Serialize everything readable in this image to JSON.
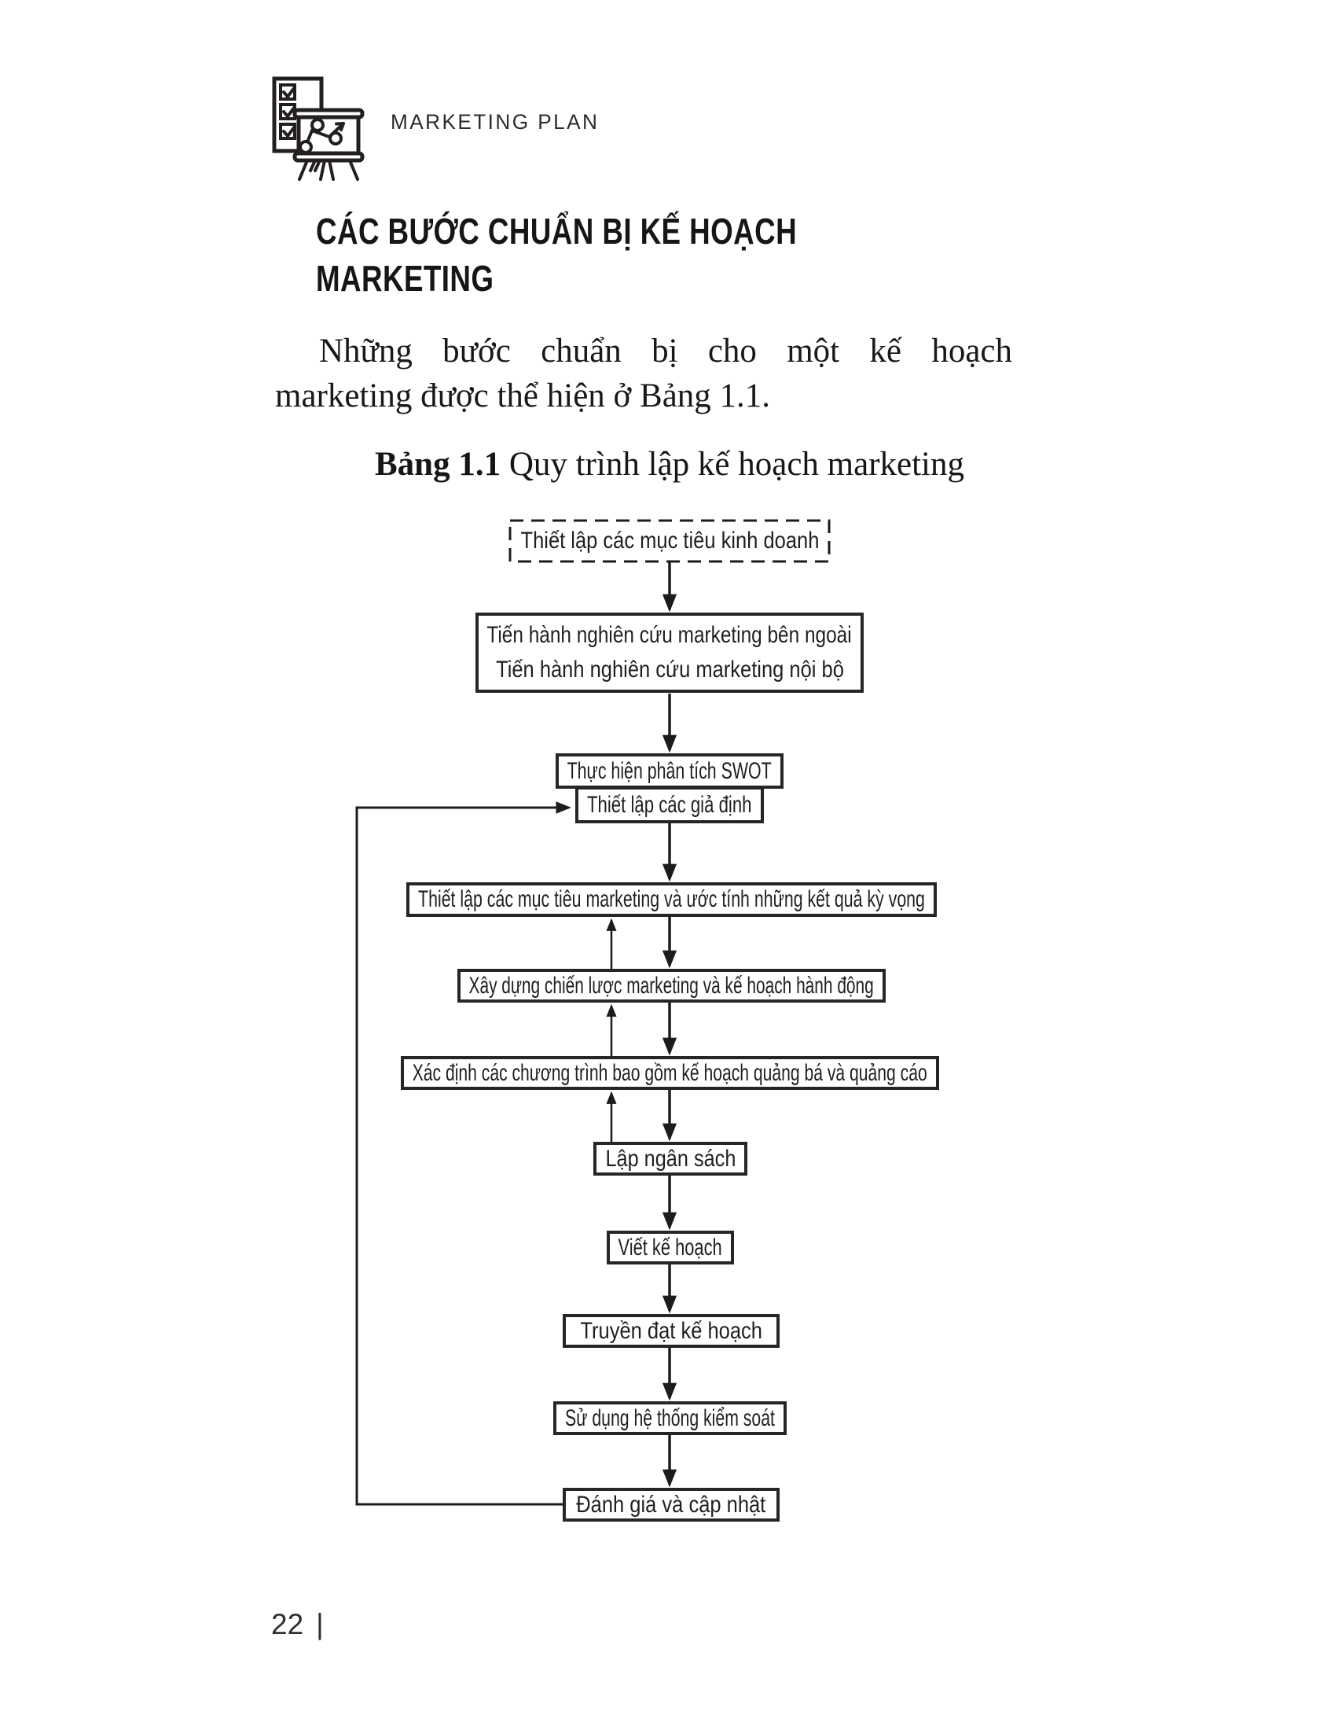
{
  "header": {
    "brand": "MARKETING PLAN"
  },
  "title": {
    "lines": [
      "CÁC BƯỚC CHUẨN BỊ KẾ HOẠCH",
      "MARKETING"
    ]
  },
  "intro": {
    "text": "Những bước chuẩn bị cho một kế hoạch marketing được thể hiện ở Bảng 1.1.",
    "lines": [
      "Những bước chuẩn bị cho một kế hoạch",
      "marketing được thể hiện ở Bảng 1.1."
    ]
  },
  "caption": {
    "label": "Bảng 1.1",
    "text": " Quy trình lập kế hoạch marketing"
  },
  "flowchart": {
    "nodes": [
      {
        "style": "dashed",
        "lines": [
          "Thiết lập các mục tiêu kinh doanh"
        ]
      },
      {
        "style": "solid",
        "lines": [
          "Tiến hành nghiên cứu marketing bên ngoài",
          "Tiến hành nghiên cứu marketing nội bộ"
        ]
      },
      {
        "style": "solid",
        "lines": [
          "Thực hiện phân tích SWOT"
        ]
      },
      {
        "style": "solid",
        "lines": [
          "Thiết lập các giả định"
        ]
      },
      {
        "style": "solid",
        "lines": [
          "Thiết lập các mục tiêu marketing và ước tính những kết quả kỳ vọng"
        ]
      },
      {
        "style": "solid",
        "lines": [
          "Xây dựng chiến lược marketing và kế hoạch hành động"
        ]
      },
      {
        "style": "solid",
        "lines": [
          "Xác định các chương trình bao gồm kế hoạch quảng bá và quảng cáo"
        ]
      },
      {
        "style": "solid",
        "lines": [
          "Lập ngân sách"
        ]
      },
      {
        "style": "solid",
        "lines": [
          "Viết kế hoạch"
        ]
      },
      {
        "style": "solid",
        "lines": [
          "Truyền đạt kế hoạch"
        ]
      },
      {
        "style": "solid",
        "lines": [
          "Sử dụng hệ thống kiểm soát"
        ]
      },
      {
        "style": "solid",
        "lines": [
          "Đánh giá và cập nhật"
        ]
      }
    ],
    "edges": [
      {
        "from": 0,
        "to": 1,
        "type": "down"
      },
      {
        "from": 1,
        "to": 2,
        "type": "down"
      },
      {
        "from": 3,
        "to": 4,
        "type": "down"
      },
      {
        "from": 4,
        "to": 5,
        "type": "down"
      },
      {
        "from": 5,
        "to": 4,
        "type": "up"
      },
      {
        "from": 5,
        "to": 6,
        "type": "down"
      },
      {
        "from": 6,
        "to": 5,
        "type": "up"
      },
      {
        "from": 6,
        "to": 7,
        "type": "down"
      },
      {
        "from": 7,
        "to": 6,
        "type": "up"
      },
      {
        "from": 7,
        "to": 8,
        "type": "down"
      },
      {
        "from": 8,
        "to": 9,
        "type": "down"
      },
      {
        "from": 9,
        "to": 10,
        "type": "down"
      },
      {
        "from": 10,
        "to": 11,
        "type": "down"
      },
      {
        "from": 11,
        "to": 3,
        "type": "feedback-left"
      }
    ]
  },
  "footer": {
    "page_number": "22",
    "divider": "|"
  }
}
